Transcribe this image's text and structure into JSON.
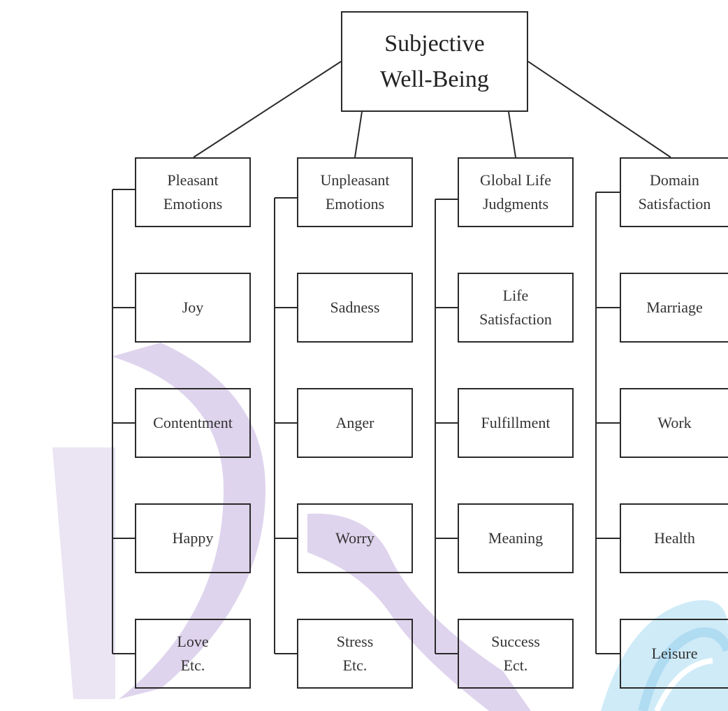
{
  "root": {
    "label": "Subjective\nWell-Being"
  },
  "columns": [
    {
      "header": "Pleasant\nEmotions",
      "items": [
        "Joy",
        "Contentment",
        "Happy",
        "Love\nEtc."
      ]
    },
    {
      "header": "Unpleasant\nEmotions",
      "items": [
        "Sadness",
        "Anger",
        "Worry",
        "Stress\nEtc."
      ]
    },
    {
      "header": "Global Life\nJudgments",
      "items": [
        "Life\nSatisfaction",
        "Fulfillment",
        "Meaning",
        "Success\nEct."
      ]
    },
    {
      "header": "Domain\nSatisfaction",
      "items": [
        "Marriage",
        "Work",
        "Health",
        "Leisure"
      ]
    }
  ],
  "colors": {
    "line": "#2a2a2a",
    "box_border": "#2a2a2a",
    "text": "#333333",
    "watermark_purple": "#d9cdea",
    "watermark_blue": "#bfe4f5"
  }
}
